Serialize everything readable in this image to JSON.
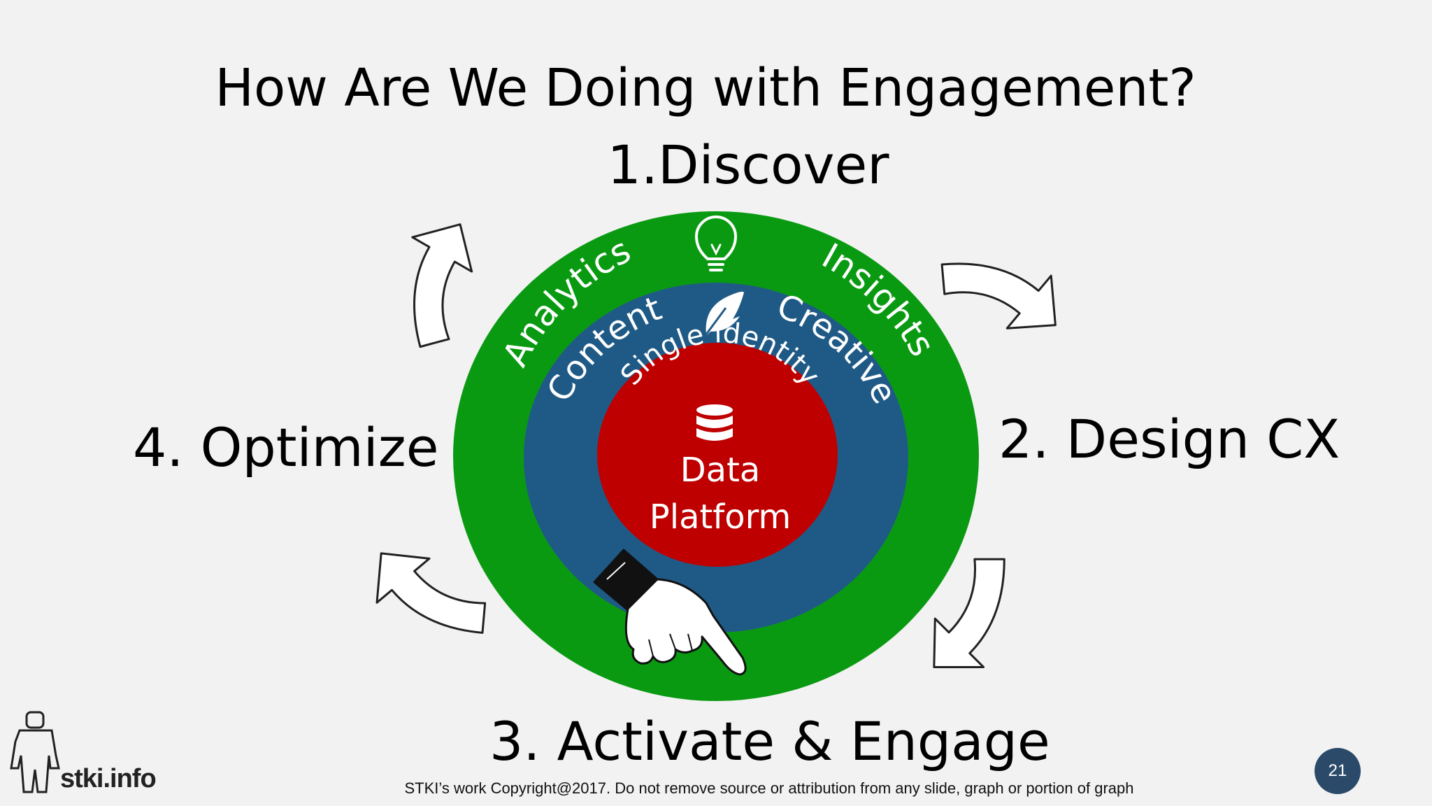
{
  "slide": {
    "title": "How Are We Doing with Engagement?",
    "page_number": "21",
    "copyright": "STKI’s work Copyright@2017. Do not remove source or attribution from any slide, graph or portion of graph",
    "logo": "stki.info"
  },
  "steps": {
    "discover": "1.Discover",
    "design": "2. Design CX",
    "activate": "3. Activate & Engage",
    "optimize": "4. Optimize"
  },
  "rings": {
    "outer": {
      "color": "#0a9a12",
      "left_label": "Analytics",
      "right_label": "Insights",
      "icon": "lightbulb-icon"
    },
    "middle": {
      "color": "#1f5a86",
      "left_label": "Content",
      "right_label": "Creative",
      "icon": "feather-icon"
    },
    "inner": {
      "color": "#bf0000",
      "top_label": "Single identity",
      "line1": "Data",
      "line2": "Platform",
      "icon": "database-icon"
    }
  },
  "decorations": {
    "pointer": "pointing-hand-icon",
    "arrows": "cycle-arrow-icon"
  }
}
